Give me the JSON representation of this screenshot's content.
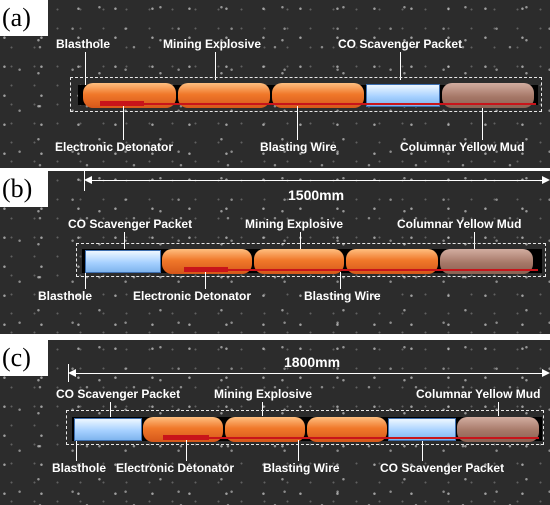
{
  "panels": {
    "a": {
      "tag": "(a)",
      "labels": {
        "blasthole": "Blasthole",
        "mining_explosive": "Mining Explosive",
        "co_packet": "CO Scavenger Packet",
        "detonator": "Electronic Detonator",
        "wire": "Blasting Wire",
        "mud": "Columnar Yellow Mud"
      }
    },
    "b": {
      "tag": "(b)",
      "dimension": "1500mm",
      "labels": {
        "co_packet": "CO Scavenger Packet",
        "mining_explosive": "Mining Explosive",
        "mud": "Columnar Yellow Mud",
        "blasthole": "Blasthole",
        "detonator": "Electronic Detonator",
        "wire": "Blasting Wire"
      }
    },
    "c": {
      "tag": "(c)",
      "dimension": "1800mm",
      "labels": {
        "co_packet_left": "CO Scavenger Packet",
        "mining_explosive": "Mining Explosive",
        "mud": "Columnar Yellow Mud",
        "blasthole": "Blasthole",
        "detonator": "Electronic Detonator",
        "wire": "Blasting Wire",
        "co_packet_right": "CO Scavenger Packet"
      }
    }
  },
  "colors": {
    "explosive": "#f0782a",
    "co_packet": "#a7d1ff",
    "mud": "#a67868",
    "detonator_wire": "#c8141a",
    "blasthole": "#000000"
  }
}
